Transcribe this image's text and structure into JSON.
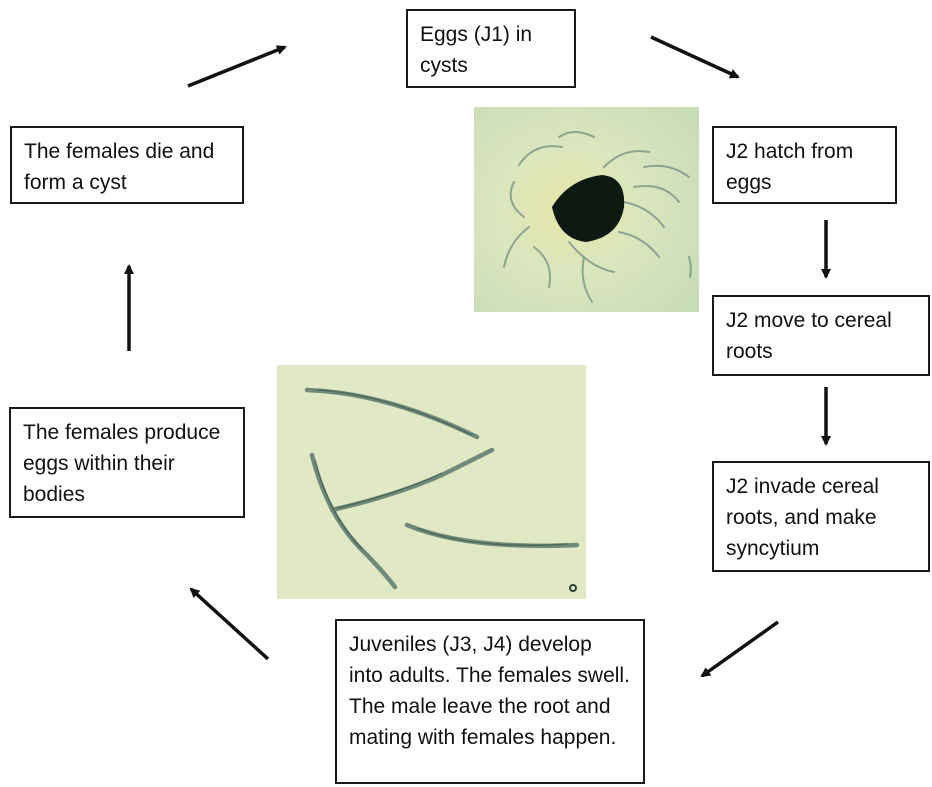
{
  "diagram": {
    "steps": [
      {
        "id": "eggs",
        "text": "Eggs (J1) in cysts"
      },
      {
        "id": "hatch",
        "text": "J2 hatch from eggs"
      },
      {
        "id": "move",
        "text": "J2 move to cereal roots"
      },
      {
        "id": "invade",
        "text": "J2 invade cereal roots, and make syncytium"
      },
      {
        "id": "develop",
        "text": "Juveniles (J3, J4) develop into adults. The females swell. The male leave the root and mating with females happen."
      },
      {
        "id": "produce",
        "text": "The females produce eggs within their bodies"
      },
      {
        "id": "die",
        "text": "The females die and form a cyst"
      }
    ],
    "colors": {
      "arrow": "#111111",
      "box_border": "#1a1a1a",
      "photo_background": "#dfe8c0",
      "cyst": "#0d1a12",
      "nematode": "#6f8a7a"
    }
  }
}
